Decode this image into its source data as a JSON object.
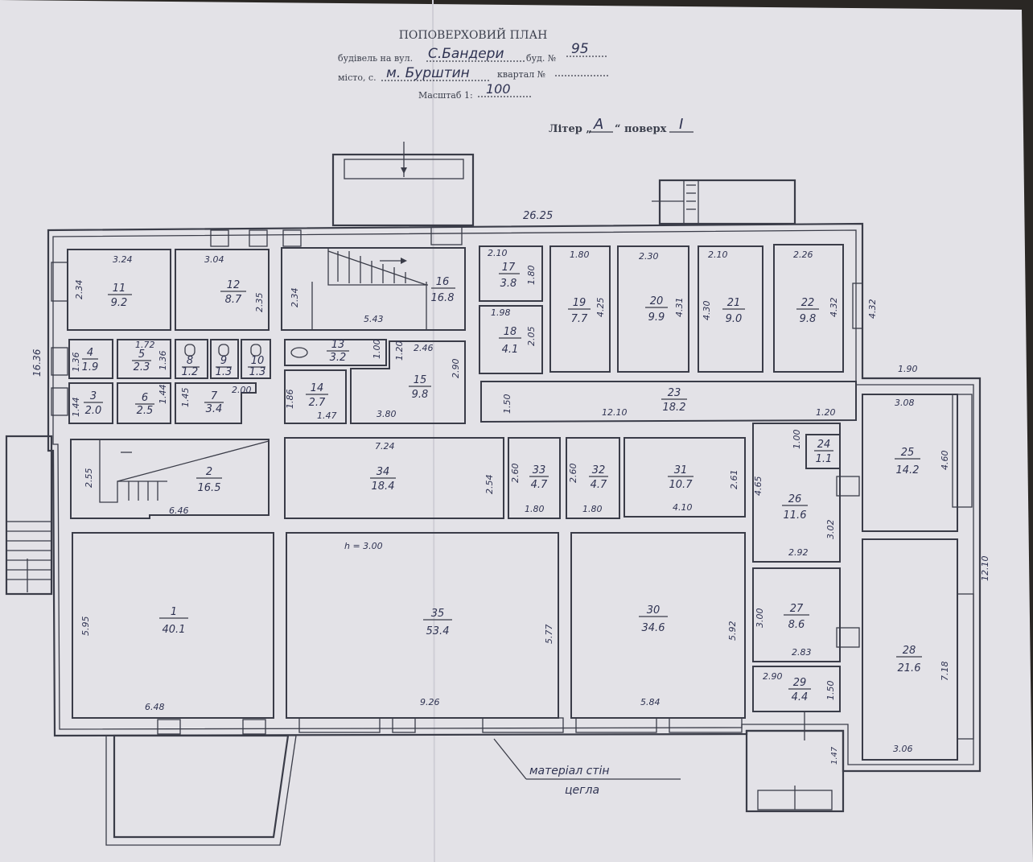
{
  "header": {
    "title": "ПОПОВЕРХОВИЙ ПЛАН",
    "street_prefix": "будівель на вул.",
    "street_value": "С.Бандери",
    "building_prefix": "буд. №",
    "building_value": "95",
    "city_prefix": "місто, с.",
    "city_value": "м. Бурштин",
    "quarter_prefix": "квартал №",
    "scale_prefix": "Масштаб 1:",
    "scale_value": "100",
    "liter_prefix": "Літер „",
    "liter_value": "А",
    "floor_prefix": "“ поверх",
    "floor_value": "I"
  },
  "plan": {
    "overall_width": "26.25",
    "overall_depth": "16.36",
    "height_note": "h = 3.00",
    "right_side_depth": "12.10",
    "east_offset": "1.90",
    "porch_depth": "1.47",
    "wall_material_line1": "матеріал стін",
    "wall_material_line2": "цегла",
    "rooms": [
      {
        "num": "1",
        "area": "40.1"
      },
      {
        "num": "2",
        "area": "16.5"
      },
      {
        "num": "3",
        "area": "2.0"
      },
      {
        "num": "4",
        "area": "1.9"
      },
      {
        "num": "5",
        "area": "2.3"
      },
      {
        "num": "6",
        "area": "2.5"
      },
      {
        "num": "7",
        "area": "3.4"
      },
      {
        "num": "8",
        "area": "1.2"
      },
      {
        "num": "9",
        "area": "1.3"
      },
      {
        "num": "10",
        "area": "1.3"
      },
      {
        "num": "11",
        "area": "9.2"
      },
      {
        "num": "12",
        "area": "8.7"
      },
      {
        "num": "13",
        "area": "3.2"
      },
      {
        "num": "14",
        "area": "2.7"
      },
      {
        "num": "15",
        "area": "9.8"
      },
      {
        "num": "16",
        "area": "16.8"
      },
      {
        "num": "17",
        "area": "3.8"
      },
      {
        "num": "18",
        "area": "4.1"
      },
      {
        "num": "19",
        "area": "7.7"
      },
      {
        "num": "20",
        "area": "9.9"
      },
      {
        "num": "21",
        "area": "9.0"
      },
      {
        "num": "22",
        "area": "9.8"
      },
      {
        "num": "23",
        "area": "18.2"
      },
      {
        "num": "24",
        "area": "1.1"
      },
      {
        "num": "25",
        "area": "14.2"
      },
      {
        "num": "26",
        "area": "11.6"
      },
      {
        "num": "27",
        "area": "8.6"
      },
      {
        "num": "28",
        "area": "21.6"
      },
      {
        "num": "29",
        "area": "4.4"
      },
      {
        "num": "30",
        "area": "34.6"
      },
      {
        "num": "31",
        "area": "10.7"
      },
      {
        "num": "32",
        "area": "4.7"
      },
      {
        "num": "33",
        "area": "4.7"
      },
      {
        "num": "34",
        "area": "18.4"
      },
      {
        "num": "35",
        "area": "53.4"
      }
    ],
    "dims": {
      "r11_w": "3.24",
      "r11_h": "2.34",
      "r12_w": "3.04",
      "r12_h": "2.35",
      "stair_h": "2.34",
      "stair_w": "5.43",
      "r17_w": "2.10",
      "r17_h": "1.80",
      "r18_w": "1.98",
      "r18_h": "2.05",
      "r19_w": "1.80",
      "r19_h": "4.25",
      "r20_w": "2.30",
      "r20_h": "4.31",
      "r21_w": "2.10",
      "r21_h": "4.30",
      "r22_w": "2.26",
      "r22_h": "4.32",
      "r4_h": "1.36",
      "r5_w": "1.72",
      "r5_h": "1.36",
      "r3_h": "1.44",
      "r6_h": "1.44",
      "r7_h": "1.45",
      "r7_w": "2.00",
      "r13_h": "1.00",
      "r14_h": "1.86",
      "r14_w": "1.47",
      "r15_top": "2.46",
      "r15_left": "1.20",
      "r15_right": "2.90",
      "r15_w": "3.80",
      "r23_w": "12.10",
      "r23_h": "1.50",
      "r23_right": "1.20",
      "r2_h": "2.55",
      "r2_w": "6.46",
      "r34_w": "7.24",
      "r34_h": "2.54",
      "r33_h": "2.60",
      "r33_w": "1.80",
      "r32_h": "2.60",
      "r32_w": "1.80",
      "r31_h": "2.61",
      "r31_w": "4.10",
      "r26_left": "4.65",
      "r26_right": "3.02",
      "r26_w": "2.92",
      "r24_h": "1.00",
      "r25_w": "3.08",
      "r25_h": "4.60",
      "r1_h": "5.95",
      "r1_w": "6.48",
      "r35_w": "9.26",
      "r35_h": "5.77",
      "r30_w": "5.84",
      "r30_h": "5.92",
      "r27_h": "3.00",
      "r27_w": "2.83",
      "r29_w": "2.90",
      "r29_h": "1.50",
      "r28_h": "7.18",
      "r28_w": "3.06"
    }
  }
}
